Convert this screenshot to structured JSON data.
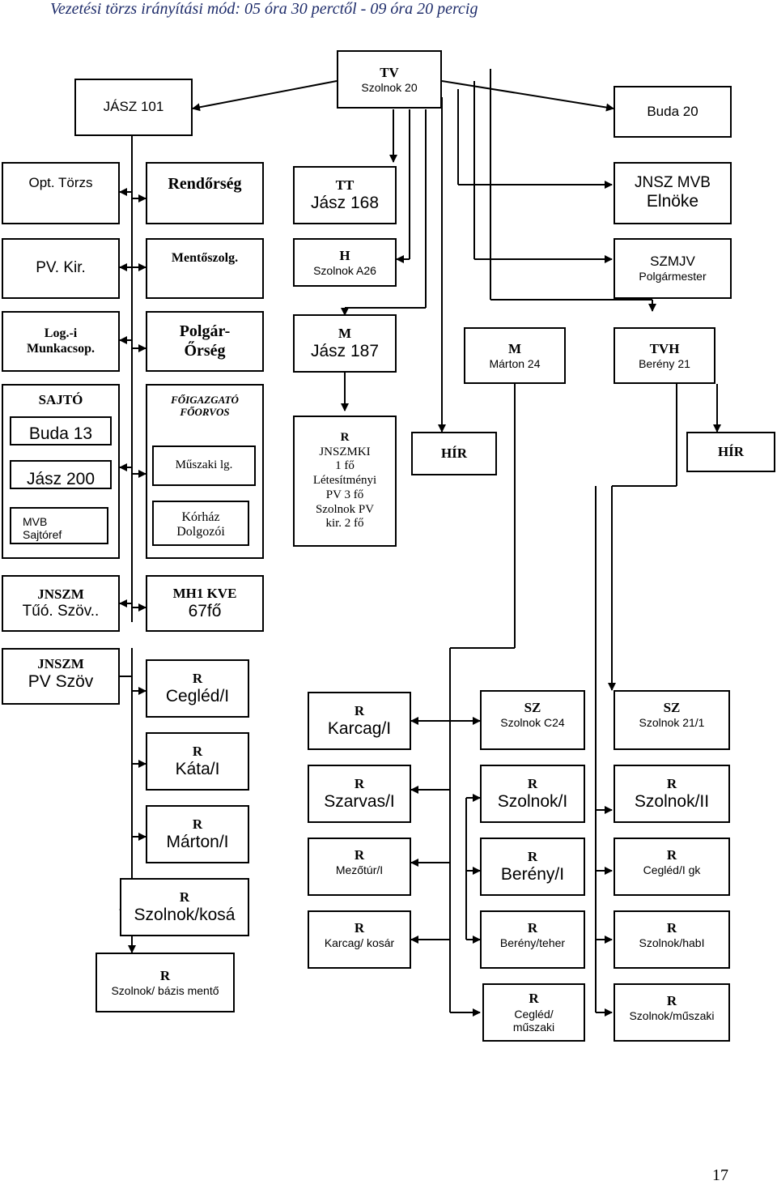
{
  "title": "Vezetési törzs irányítási mód: 05 óra 30 perctől - 09 óra 20 percig",
  "page_number": "17",
  "boxes": {
    "tv": {
      "l1": "TV",
      "l2": "Szolnok 20"
    },
    "jasz101": {
      "l1": "JÁSZ 101"
    },
    "buda20": {
      "l1": "Buda 20"
    },
    "opt_torzs": {
      "l1": "Opt. Törzs"
    },
    "rendorseg": {
      "l1": "Rendőrség"
    },
    "tt": {
      "l1": "TT",
      "l2": "Jász 168"
    },
    "jnsz_mvb": {
      "l1": "JNSZ MVB",
      "l2": "Elnöke"
    },
    "pv_kir": {
      "l1": "PV. Kir."
    },
    "mentoszolg": {
      "l1": "Mentőszolg."
    },
    "h_szolnok": {
      "l1": "H",
      "l2": "Szolnok A26"
    },
    "szmjv": {
      "l1": "SZMJV",
      "l2": "Polgármester"
    },
    "log": {
      "l1": "Log.-i",
      "l2": "Munkacsop."
    },
    "polgar": {
      "l1": "Polgár-",
      "l2": "Őrség"
    },
    "m_jasz": {
      "l1": "M",
      "l2": "Jász 187"
    },
    "m_marton": {
      "l1": "M",
      "l2": "Márton 24"
    },
    "tvh": {
      "l1": "TVH",
      "l2": "Berény 21"
    },
    "sajto": {
      "l1": "SAJTÓ"
    },
    "buda13": {
      "l1": "Buda 13"
    },
    "jasz200": {
      "l1": "Jász 200"
    },
    "mvb_sajto": {
      "l1": "MVB",
      "l2": "Sajtóref"
    },
    "foigazgato": {
      "l1": "FŐIGAZGATÓ",
      "l2": "FŐORVOS"
    },
    "muszaki_lg": {
      "l1": "Műszaki lg."
    },
    "korhaz": {
      "l1": "Kórház",
      "l2": "Dolgozói"
    },
    "r_jnszmki": {
      "l1": "R",
      "l2": "JNSZMKI",
      "l3": "1 fő",
      "l4": "Létesítményi",
      "l5": "PV 3 fő",
      "l6": "Szolnok PV",
      "l7": "kir. 2 fő"
    },
    "hir1": {
      "l1": "HÍR"
    },
    "hir2": {
      "l1": "HÍR"
    },
    "jnszm_tuo": {
      "l1": "JNSZM",
      "l2": "Tűó. Szöv.."
    },
    "mh1": {
      "l1": "MH1 KVE",
      "l2": "67fő"
    },
    "jnszm_pv": {
      "l1": "JNSZM",
      "l2": "PV Szöv"
    },
    "r_cegled": {
      "l1": "R",
      "l2": "Cegléd/I"
    },
    "r_kata": {
      "l1": "R",
      "l2": "Káta/I"
    },
    "r_marton": {
      "l1": "R",
      "l2": "Márton/I"
    },
    "r_szolnok_kosa": {
      "l1": "R",
      "l2": "Szolnok/kosá"
    },
    "r_bazis": {
      "l1": "R",
      "l2": "Szolnok/ bázis mentő"
    },
    "r_karcag": {
      "l1": "R",
      "l2": "Karcag/I"
    },
    "r_szarvas": {
      "l1": "R",
      "l2": "Szarvas/I"
    },
    "r_mezotur": {
      "l1": "R",
      "l2": "Mezőtúr/I"
    },
    "r_karcag_kosar": {
      "l1": "R",
      "l2": "Karcag/ kosár"
    },
    "sz_c24": {
      "l1": "SZ",
      "l2": "Szolnok C24"
    },
    "r_szolnok1": {
      "l1": "R",
      "l2": "Szolnok/I"
    },
    "r_bereny1": {
      "l1": "R",
      "l2": "Berény/I"
    },
    "r_bereny_teher": {
      "l1": "R",
      "l2": "Berény/teher"
    },
    "r_cegled_muszaki": {
      "l1": "R",
      "l2": "Cegléd/",
      "l3": "műszaki"
    },
    "sz_211": {
      "l1": "SZ",
      "l2": "Szolnok 21/1"
    },
    "r_szolnok2": {
      "l1": "R",
      "l2": "Szolnok/II"
    },
    "r_cegled_gk": {
      "l1": "R",
      "l2": "Cegléd/I gk"
    },
    "r_szolnok_habi": {
      "l1": "R",
      "l2": "Szolnok/habI"
    },
    "r_szolnok_muszaki": {
      "l1": "R",
      "l2": "Szolnok/műszaki"
    }
  }
}
